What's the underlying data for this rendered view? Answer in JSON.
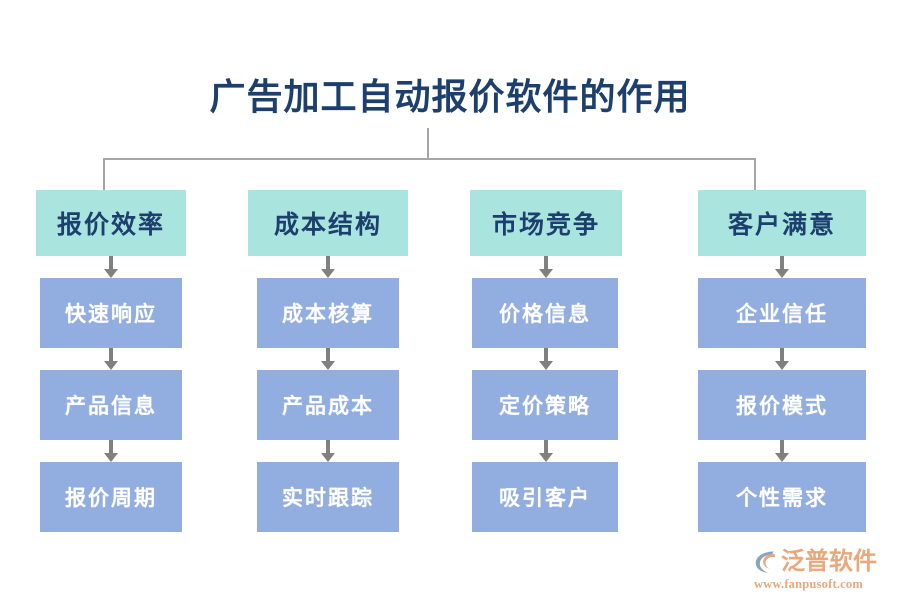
{
  "page": {
    "title": "广告加工自动报价软件的作用",
    "background_color": "#ffffff",
    "title_color": "#1d3f6e"
  },
  "palette": {
    "header_box": "#a9e5de",
    "header_text": "#1d3f6e",
    "item_box": "#92aee0",
    "item_text": "#ffffff",
    "connector": "#a6a6a6",
    "arrow": "#808080",
    "logo_text": "#e8a87c",
    "logo_mark": "#8aa6b8"
  },
  "diagram": {
    "type": "tree-flowchart",
    "root": "广告加工自动报价软件的作用",
    "columns": [
      {
        "header": "报价效率",
        "items": [
          "快速响应",
          "产品信息",
          "报价周期"
        ]
      },
      {
        "header": "成本结构",
        "items": [
          "成本核算",
          "产品成本",
          "实时跟踪"
        ]
      },
      {
        "header": "市场竞争",
        "items": [
          "价格信息",
          "定价策略",
          "吸引客户"
        ]
      },
      {
        "header": "客户满意",
        "items": [
          "企业信任",
          "报价模式",
          "个性需求"
        ]
      }
    ]
  },
  "logo": {
    "brand": "泛普软件",
    "url": "www.fanpusoft.com",
    "mark_icon": "swoosh-circle-icon"
  }
}
